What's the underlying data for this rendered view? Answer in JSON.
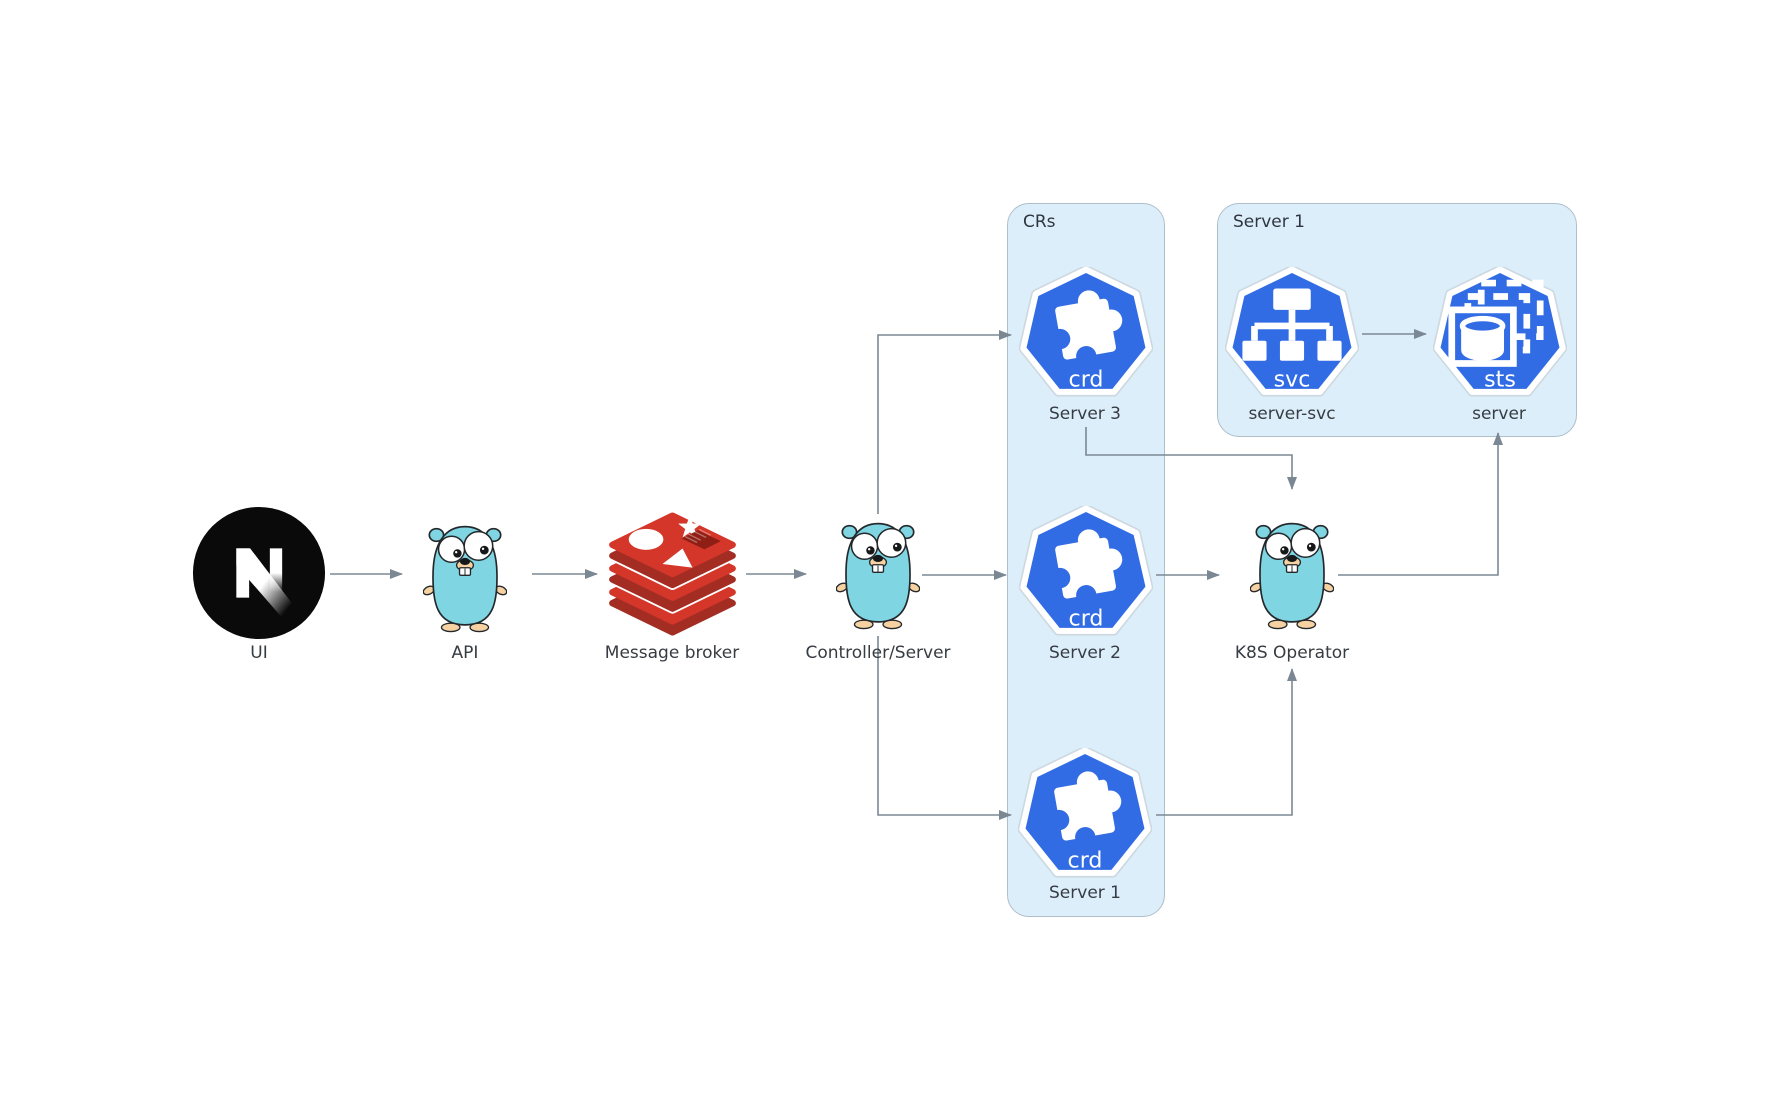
{
  "diagram": {
    "groups": {
      "crs": {
        "label": "CRs"
      },
      "server1": {
        "label": "Server 1"
      }
    },
    "nodes": {
      "ui": {
        "label": "UI"
      },
      "api": {
        "label": "API"
      },
      "broker": {
        "label": "Message broker"
      },
      "controller": {
        "label": "Controller/Server"
      },
      "operator": {
        "label": "K8S Operator"
      },
      "crd_server3": {
        "label": "Server 3",
        "badge": "crd"
      },
      "crd_server2": {
        "label": "Server 2",
        "badge": "crd"
      },
      "crd_server1": {
        "label": "Server 1",
        "badge": "crd"
      },
      "svc": {
        "label": "server-svc",
        "badge": "svc"
      },
      "sts": {
        "label": "server",
        "badge": "sts"
      }
    },
    "colors": {
      "k8s_blue": "#326ce5",
      "group_fill": "#ddeefb",
      "group_border": "#aebfca",
      "arrow": "#7b8894",
      "redis_red": "#d5362a",
      "redis_dark": "#a32d22",
      "gopher_teal": "#7fd5e2",
      "gopher_skin": "#f6d2a2"
    }
  }
}
